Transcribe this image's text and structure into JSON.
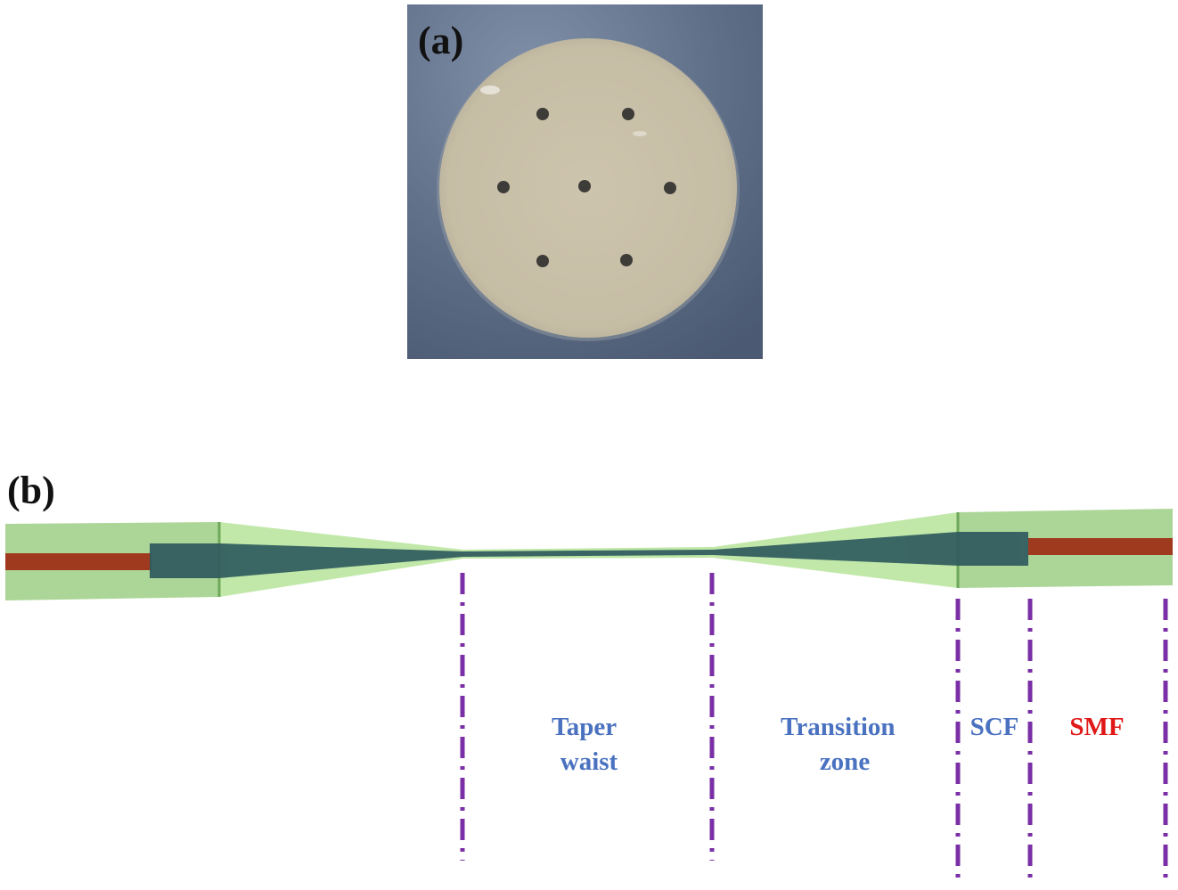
{
  "panels": {
    "a": {
      "label": "(a)"
    },
    "b": {
      "label": "(b)"
    }
  },
  "regions": [
    {
      "id": "taper-waist",
      "lines": [
        "Taper",
        "waist"
      ],
      "color": "#4a72c0"
    },
    {
      "id": "transition-zone",
      "lines": [
        "Transition",
        "zone"
      ],
      "color": "#4a72c0"
    },
    {
      "id": "scf",
      "lines": [
        "SCF"
      ],
      "color": "#4a72c0"
    },
    {
      "id": "smf",
      "lines": [
        "SMF"
      ],
      "color": "#e01818"
    }
  ],
  "colors": {
    "photo_background": "#596a86",
    "fiber_end_face": "#c9c0a8",
    "air_hole": "#3e3c38",
    "cladding": "#a6d48a",
    "suspended_core": "#2f5a5e",
    "smf_core": "#a03a1f",
    "divider": "#7a2fa6"
  }
}
